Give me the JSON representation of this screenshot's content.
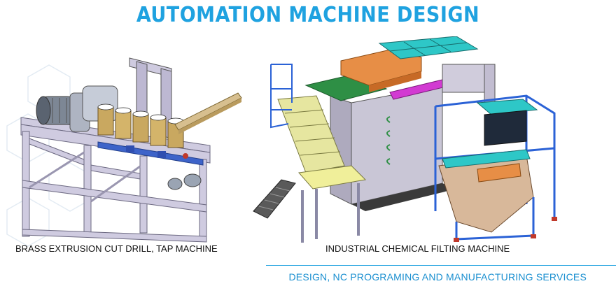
{
  "header": {
    "title": "AUTOMATION MACHINE DESIGN"
  },
  "machines": [
    {
      "caption": "BRASS EXTRUSION CUT DRILL, TAP MACHINE"
    },
    {
      "caption": "INDUSTRIAL CHEMICAL FILTING MACHINE"
    }
  ],
  "footer": {
    "tagline": "DESIGN, NC PROGRAMING AND MANUFACTURING SERVICES"
  },
  "colors": {
    "accent": "#1fa2e0",
    "frame": "#c9c6dc",
    "tank": "#d8b89a",
    "cyan_panel": "#2cc5c5",
    "blue_frame": "#2b62d6"
  }
}
